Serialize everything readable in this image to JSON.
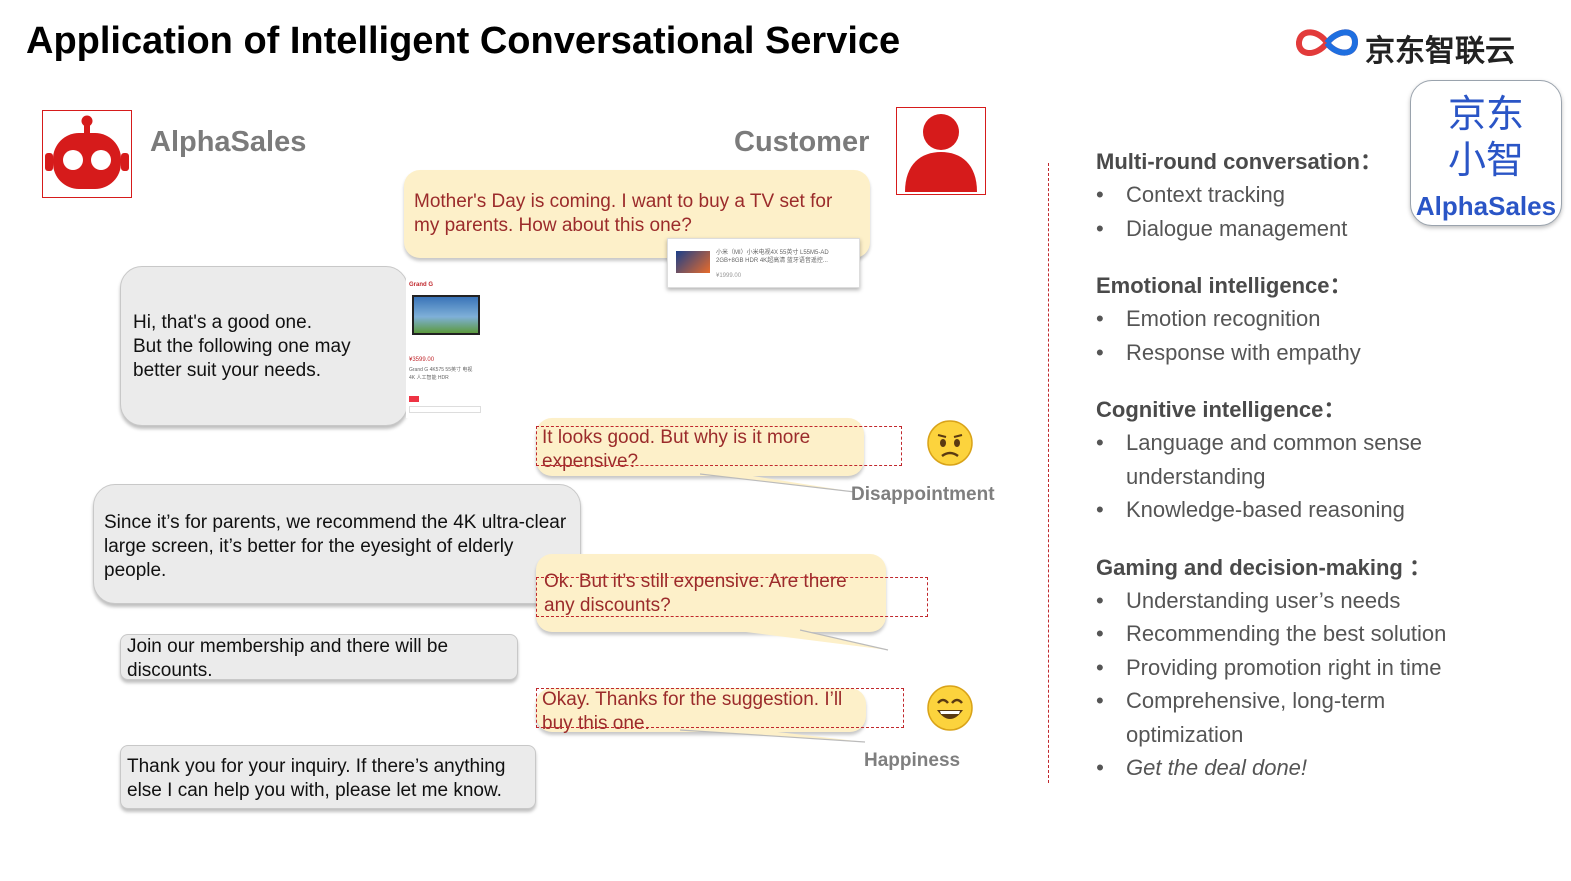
{
  "title": "Application of Intelligent Conversational Service",
  "brand": {
    "logo_text": "京东智联云"
  },
  "bot": {
    "name": "AlphaSales",
    "icon": "robot-icon",
    "color": "#d61b1b"
  },
  "customer": {
    "name": "Customer",
    "icon": "person-icon"
  },
  "messages": {
    "c1": "Mother's Day is coming. I want to buy a TV set for my parents. How about this one?",
    "b1_line1": "Hi, that's a good one.",
    "b1_line2": "But the following one may",
    "b1_line3": "better suit your needs.",
    "c2": "It looks good. But why is it more expensive?",
    "b2": "Since it’s for parents, we recommend the 4K ultra-clear large screen, it’s better for the eyesight of elderly people.",
    "c3": "Ok. But it’s still expensive. Are there any discounts?",
    "b3": "Join our membership and there will be discounts.",
    "c4": "Okay. Thanks for the suggestion. I’ll buy this one.",
    "b4": "Thank you for your inquiry. If there’s anything else I can help you with, please let me know."
  },
  "emotions": {
    "disappointment": "Disappointment",
    "happiness": "Happiness"
  },
  "product_card_1": {
    "line1": "小米（MI）小米电视4X 55英寸 L55M5-AD",
    "line2": "2GB+8GB HDR 4K超高清 蓝牙语音遥控...",
    "price": "¥1999.00"
  },
  "product_card_2": {
    "brand": "Grand G",
    "price": "¥3599.00",
    "desc": "Grand G  4K575 55英寸 电视",
    "sub": "4K 人工智能 HDR"
  },
  "features": [
    {
      "heading": "Multi-round conversation：",
      "items": [
        "Context tracking",
        "Dialogue management"
      ]
    },
    {
      "heading": "Emotional intelligence：",
      "items": [
        "Emotion recognition",
        "Response with empathy"
      ]
    },
    {
      "heading": "Cognitive intelligence：",
      "items": [
        "Language and common sense understanding",
        "Knowledge-based reasoning"
      ]
    },
    {
      "heading": "Gaming and decision-making ：",
      "items": [
        "Understanding user’s needs",
        "Recommending the best solution",
        "Providing promotion right in time",
        "Comprehensive, long-term optimization"
      ],
      "emphasis": "Get the deal done!"
    }
  ],
  "badge": {
    "cn_line1": "京东",
    "cn_line2": "小智",
    "en": "AlphaSales"
  }
}
